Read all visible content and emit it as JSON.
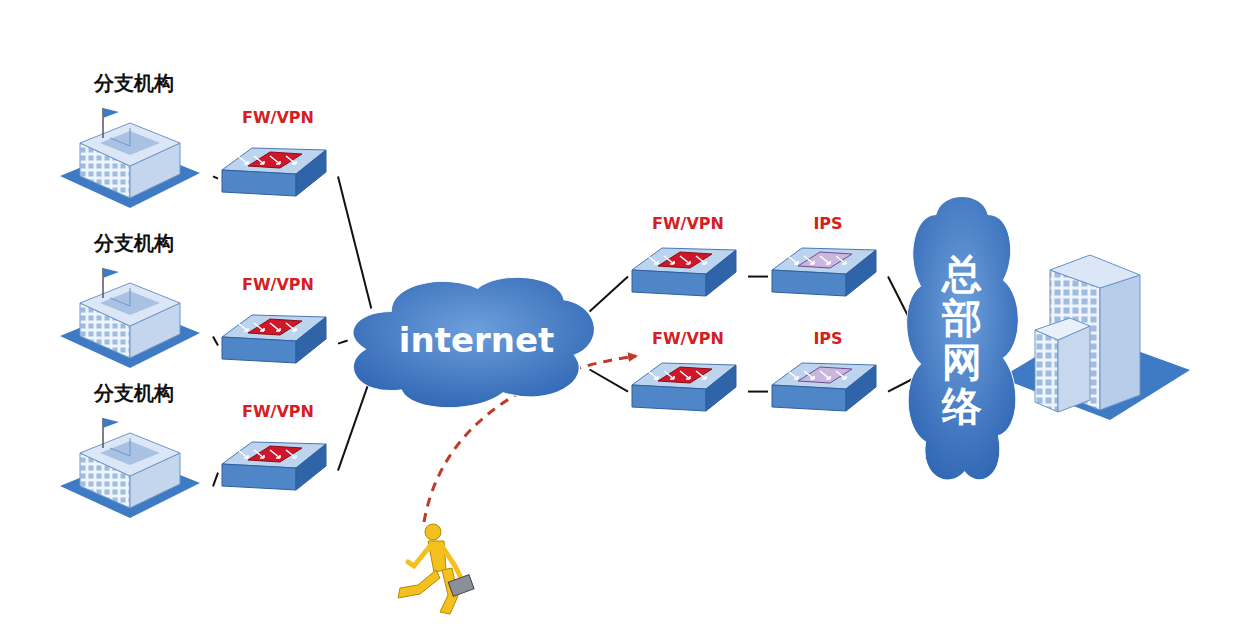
{
  "diagram": {
    "nodes": [
      {
        "text": [
          "分支机构"
        ]
      },
      {
        "text": [
          "FW/VPN"
        ]
      },
      {
        "text": [
          "分支机构"
        ]
      },
      {
        "text": [
          "FW/VPN"
        ]
      },
      {
        "text": [
          "分支机构"
        ]
      },
      {
        "text": [
          "FW/VPN"
        ]
      },
      {
        "text": [
          "internet"
        ]
      },
      {
        "text": [
          "FW/VPN"
        ]
      },
      {
        "text": [
          "IPS"
        ]
      },
      {
        "text": [
          "FW/VPN"
        ]
      },
      {
        "text": [
          "IPS"
        ]
      },
      {
        "text": [
          "总部网络"
        ]
      }
    ],
    "edges": [
      {
        "from": 0,
        "to": 1,
        "arrow": "none"
      },
      {
        "from": 2,
        "to": 3,
        "arrow": "none"
      },
      {
        "from": 4,
        "to": 5,
        "arrow": "none"
      },
      {
        "from": 1,
        "to": 6,
        "arrow": "none"
      },
      {
        "from": 3,
        "to": 6,
        "arrow": "none"
      },
      {
        "from": 5,
        "to": 6,
        "arrow": "none"
      },
      {
        "from": 6,
        "to": 7,
        "arrow": "none"
      },
      {
        "from": 6,
        "to": 9,
        "arrow": "none"
      },
      {
        "from": 7,
        "to": 8,
        "arrow": "none"
      },
      {
        "from": 9,
        "to": 10,
        "arrow": "none"
      },
      {
        "from": 8,
        "to": 11,
        "arrow": "none"
      },
      {
        "from": 10,
        "to": 11,
        "arrow": "none"
      }
    ]
  }
}
